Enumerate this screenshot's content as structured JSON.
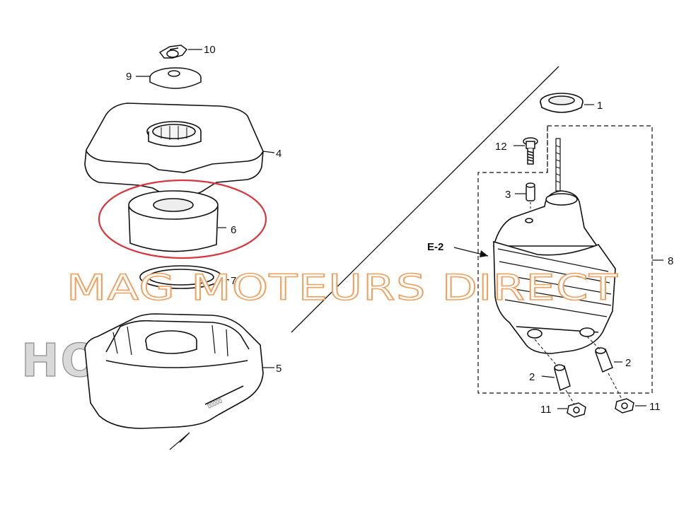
{
  "callouts": {
    "c1": "1",
    "c2a": "2",
    "c2b": "2",
    "c3": "3",
    "c4": "4",
    "c5": "5",
    "c6": "6",
    "c7": "7",
    "c8": "8",
    "c9": "9",
    "c10": "10",
    "c11a": "11",
    "c11b": "11",
    "c12": "12",
    "e2": "E-2"
  },
  "watermark": "MAG MOTEURS DIRECT",
  "brand_logo": "HONDA",
  "highlight_color": "#d9363e",
  "watermark_color": "#f0a060"
}
